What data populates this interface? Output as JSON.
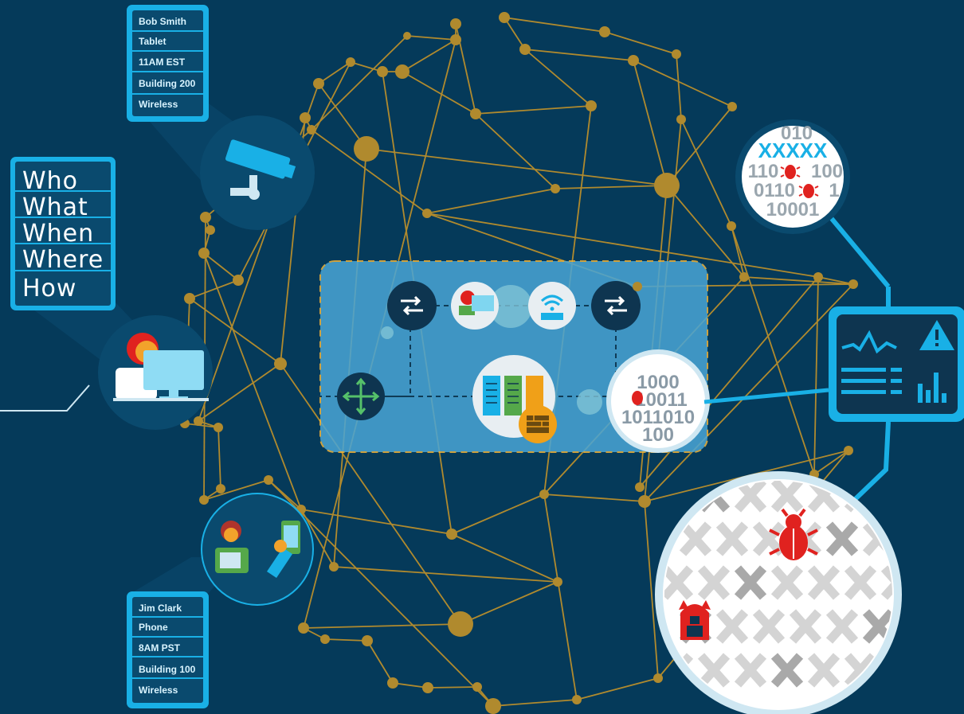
{
  "profile_top": {
    "name": "Bob Smith",
    "device": "Tablet",
    "time": "11AM EST",
    "location": "Building 200",
    "connection": "Wireless"
  },
  "profile_bottom": {
    "name": "Jim Clark",
    "device": "Phone",
    "time": "8AM PST",
    "location": "Building 100",
    "connection": "Wireless"
  },
  "questions": [
    "Who",
    "What",
    "When",
    "Where",
    "How"
  ],
  "binary_top": [
    "010",
    "XXXXX",
    "110",
    "100",
    "0110",
    "1",
    "10001"
  ],
  "binary_center": [
    "1000",
    "10011",
    "1011010",
    "100"
  ],
  "icons": {
    "camera": "security-camera-icon",
    "desktop_user": "desktop-user-icon",
    "mobile_users": "mobile-users-icon",
    "switch": "switch-icon",
    "router": "router-icon",
    "wireless_ap": "wireless-access-point-icon",
    "servers": "server-rack-icon",
    "firewall": "firewall-icon",
    "analytics": "analytics-dashboard-icon",
    "alert": "warning-icon",
    "bug": "bug-icon",
    "monster": "malware-monster-icon"
  },
  "colors": {
    "background": "#053a5a",
    "node": "#b08a2e",
    "line": "#b08a2e",
    "accent": "#19b0e6",
    "panel": "#4aa6d6",
    "threat": "#e0221f",
    "dashed_border": "#f0b43a"
  }
}
